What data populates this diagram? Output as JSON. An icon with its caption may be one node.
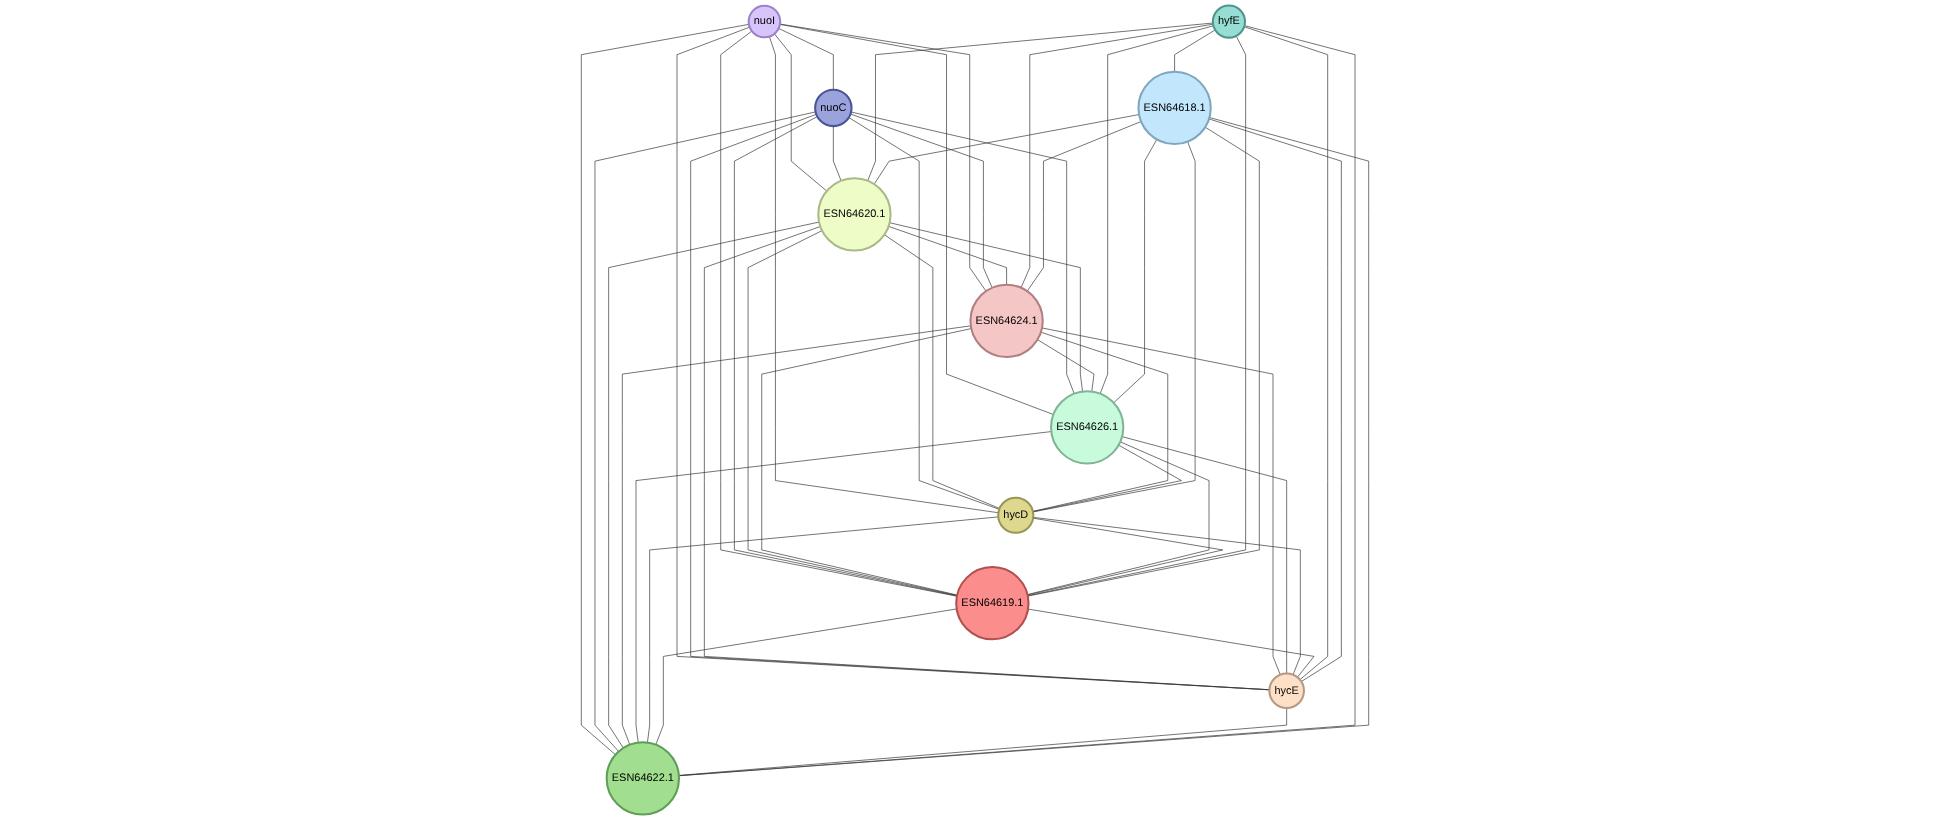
{
  "diagram": {
    "nodes": [
      {
        "text": [
          "nuoI"
        ]
      },
      {
        "text": [
          "nuoC"
        ]
      },
      {
        "text": [
          "ESN64620.1"
        ]
      },
      {
        "text": [
          "ESN64624.1"
        ]
      },
      {
        "text": [
          "ESN64626.1"
        ]
      },
      {
        "text": [
          "hycD"
        ]
      },
      {
        "text": [
          "ESN64619.1"
        ]
      },
      {
        "text": [
          "hycE"
        ]
      },
      {
        "text": [
          "ESN64622.1"
        ]
      },
      {
        "text": [
          "hyfE"
        ]
      },
      {
        "text": [
          "ESN64618.1"
        ]
      }
    ],
    "edges": [
      {
        "from": 0,
        "to": 1,
        "arrow": "none"
      },
      {
        "from": 0,
        "to": 2,
        "arrow": "none"
      },
      {
        "from": 0,
        "to": 3,
        "arrow": "none"
      },
      {
        "from": 0,
        "to": 4,
        "arrow": "none"
      },
      {
        "from": 0,
        "to": 5,
        "arrow": "none"
      },
      {
        "from": 0,
        "to": 6,
        "arrow": "none"
      },
      {
        "from": 0,
        "to": 7,
        "arrow": "none"
      },
      {
        "from": 0,
        "to": 8,
        "arrow": "none"
      },
      {
        "from": 1,
        "to": 2,
        "arrow": "none"
      },
      {
        "from": 1,
        "to": 3,
        "arrow": "none"
      },
      {
        "from": 1,
        "to": 4,
        "arrow": "none"
      },
      {
        "from": 1,
        "to": 5,
        "arrow": "none"
      },
      {
        "from": 1,
        "to": 6,
        "arrow": "none"
      },
      {
        "from": 1,
        "to": 7,
        "arrow": "none"
      },
      {
        "from": 1,
        "to": 8,
        "arrow": "none"
      },
      {
        "from": 2,
        "to": 3,
        "arrow": "none"
      },
      {
        "from": 2,
        "to": 4,
        "arrow": "none"
      },
      {
        "from": 2,
        "to": 5,
        "arrow": "none"
      },
      {
        "from": 2,
        "to": 6,
        "arrow": "none"
      },
      {
        "from": 2,
        "to": 7,
        "arrow": "none"
      },
      {
        "from": 2,
        "to": 8,
        "arrow": "none"
      },
      {
        "from": 3,
        "to": 4,
        "arrow": "none"
      },
      {
        "from": 3,
        "to": 5,
        "arrow": "none"
      },
      {
        "from": 3,
        "to": 6,
        "arrow": "none"
      },
      {
        "from": 3,
        "to": 7,
        "arrow": "none"
      },
      {
        "from": 3,
        "to": 8,
        "arrow": "none"
      },
      {
        "from": 4,
        "to": 5,
        "arrow": "none"
      },
      {
        "from": 4,
        "to": 6,
        "arrow": "none"
      },
      {
        "from": 4,
        "to": 7,
        "arrow": "none"
      },
      {
        "from": 4,
        "to": 8,
        "arrow": "none"
      },
      {
        "from": 5,
        "to": 6,
        "arrow": "none"
      },
      {
        "from": 5,
        "to": 7,
        "arrow": "none"
      },
      {
        "from": 5,
        "to": 8,
        "arrow": "none"
      },
      {
        "from": 6,
        "to": 7,
        "arrow": "none"
      },
      {
        "from": 6,
        "to": 8,
        "arrow": "none"
      },
      {
        "from": 7,
        "to": 8,
        "arrow": "none"
      },
      {
        "from": 9,
        "to": 2,
        "arrow": "none"
      },
      {
        "from": 9,
        "to": 3,
        "arrow": "none"
      },
      {
        "from": 9,
        "to": 4,
        "arrow": "none"
      },
      {
        "from": 9,
        "to": 6,
        "arrow": "none"
      },
      {
        "from": 9,
        "to": 7,
        "arrow": "none"
      },
      {
        "from": 9,
        "to": 8,
        "arrow": "none"
      },
      {
        "from": 9,
        "to": 10,
        "arrow": "none"
      },
      {
        "from": 10,
        "to": 2,
        "arrow": "none"
      },
      {
        "from": 10,
        "to": 3,
        "arrow": "none"
      },
      {
        "from": 10,
        "to": 4,
        "arrow": "none"
      },
      {
        "from": 10,
        "to": 5,
        "arrow": "none"
      },
      {
        "from": 10,
        "to": 6,
        "arrow": "none"
      },
      {
        "from": 10,
        "to": 7,
        "arrow": "none"
      },
      {
        "from": 10,
        "to": 8,
        "arrow": "none"
      }
    ]
  }
}
